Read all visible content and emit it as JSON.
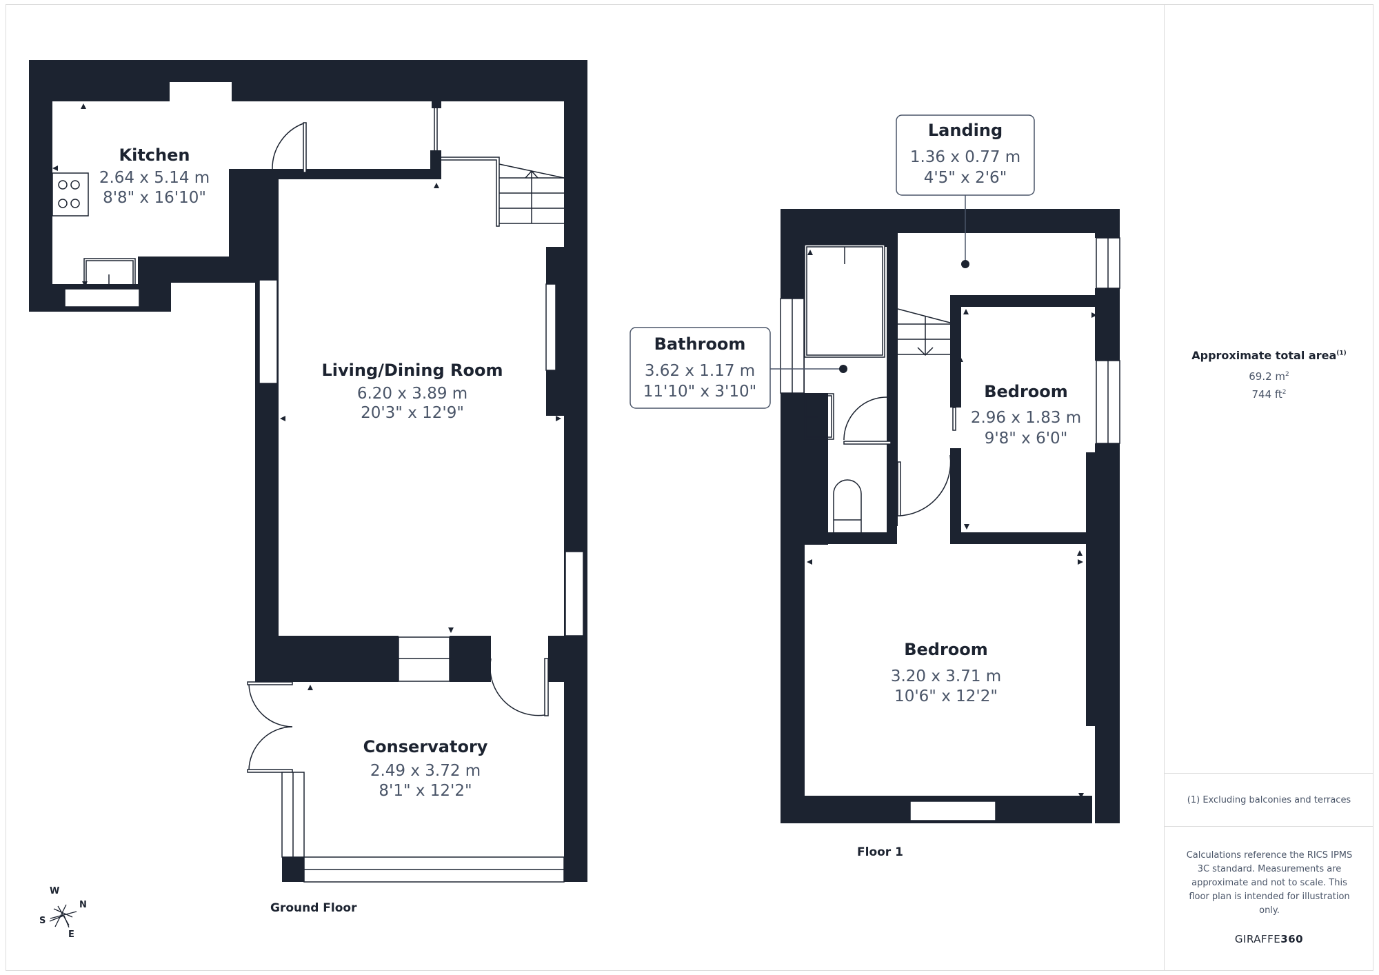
{
  "floors": {
    "ground": {
      "label": "Ground Floor",
      "rooms": [
        {
          "name": "Kitchen",
          "metric": "2.64 x 5.14 m",
          "imperial": "8'8\" x 16'10\""
        },
        {
          "name": "Living/Dining Room",
          "metric": "6.20 x 3.89 m",
          "imperial": "20'3\" x 12'9\""
        },
        {
          "name": "Conservatory",
          "metric": "2.49 x 3.72 m",
          "imperial": "8'1\" x 12'2\""
        }
      ]
    },
    "first": {
      "label": "Floor 1",
      "rooms": [
        {
          "name": "Landing",
          "metric": "1.36 x 0.77 m",
          "imperial": "4'5\" x 2'6\""
        },
        {
          "name": "Bathroom",
          "metric": "3.62 x 1.17 m",
          "imperial": "11'10\" x 3'10\""
        },
        {
          "name": "Bedroom",
          "metric": "2.96 x 1.83 m",
          "imperial": "9'8\" x 6'0\""
        },
        {
          "name": "Bedroom",
          "metric": "3.20 x 3.71 m",
          "imperial": "10'6\" x 12'2\""
        }
      ]
    }
  },
  "compass": {
    "w": "W",
    "n": "N",
    "s": "S",
    "e": "E"
  },
  "summary": {
    "area_title": "Approximate total area",
    "area_footnote_mark": "(1)",
    "area_m2": "69.2 m",
    "area_ft2": "744 ft",
    "squared": "2",
    "footnote": "(1) Excluding balconies and terraces",
    "disclaimer": "Calculations reference the RICS IPMS 3C standard. Measurements are approximate and not to scale. This floor plan is intended for illustration only.",
    "brand_light": "GIRAFFE",
    "brand_bold": "360"
  },
  "colors": {
    "wall": "#1c2330",
    "text_dim": "#4a5568",
    "border": "#dcdcdc"
  }
}
